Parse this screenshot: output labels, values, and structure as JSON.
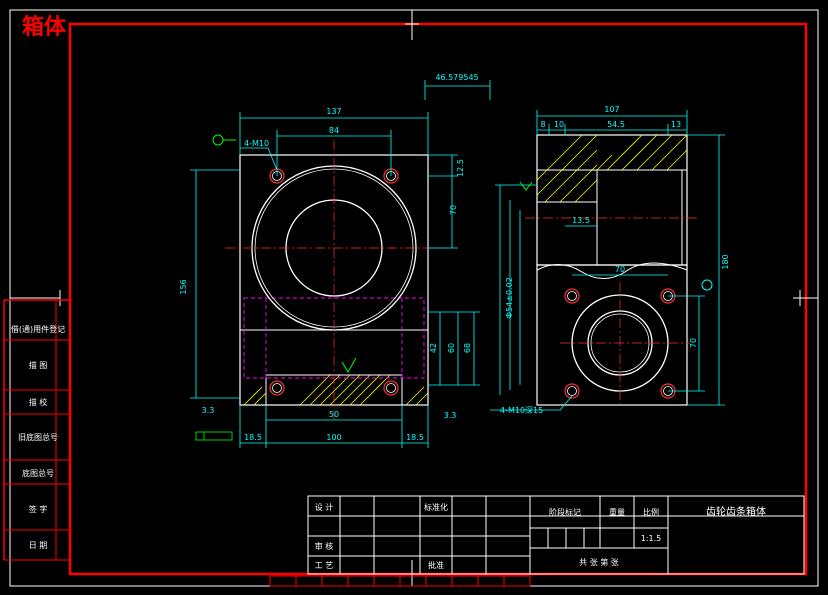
{
  "title": "箱体",
  "colors": {
    "frame": "#ff0000",
    "dim": "#00ffff",
    "geometry": "#ffffff",
    "hatch": "#ffff00",
    "hidden": "#ff00ff",
    "note": "#00ff00",
    "hole": "#ff3030"
  },
  "front_view": {
    "dims": {
      "overall_width": "137",
      "hole_spacing_top": "84",
      "height": "156",
      "hole_offset": "12.5",
      "center_height": "70",
      "d1": "42",
      "d2": "60",
      "d3": "68",
      "base_width": "50",
      "base_span": "100",
      "left_edge": "18.5",
      "right_edge": "18.5",
      "thick_left": "3.3",
      "thick_right": "3.3"
    },
    "callouts": {
      "holes": "4-M10",
      "top_extent": "46.579545"
    }
  },
  "side_view": {
    "dims": {
      "overall_width": "107",
      "d_8": "8",
      "d_10": "10",
      "d_54_5": "54.5",
      "d_13": "13",
      "d_13_5": "13.5",
      "d_70_top": "70",
      "bore": "Ф54±0.02",
      "height": "180",
      "d_70_side": "70"
    },
    "callouts": {
      "holes": "4-M10深15"
    }
  },
  "title_block": {
    "design": "设 计",
    "standard": "标准化",
    "stage_mark": "阶段标记",
    "weight": "重量",
    "scale": "比例",
    "scale_value": "1:1.5",
    "part_name": "齿轮齿条箱体",
    "review": "审 核",
    "process": "工 艺",
    "approve": "批准",
    "sheet": "共  张  第  张"
  },
  "side_labels": [
    "借(通)用件登记",
    "描 图",
    "描 校",
    "旧底图总号",
    "底图总号",
    "签 字",
    "日 期"
  ]
}
